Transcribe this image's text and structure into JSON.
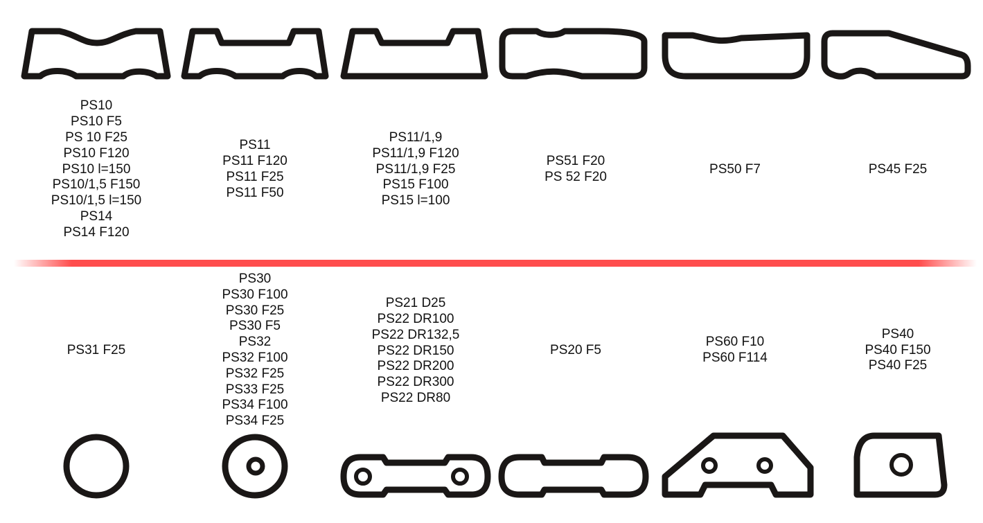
{
  "top_row": [
    {
      "profiles": [
        "PS10",
        "PS10 F5",
        "PS 10 F25",
        "PS10 F120",
        "PS10 l=150",
        "PS10/1,5 F150",
        "PS10/1,5 l=150",
        "PS14",
        "PS14 F120"
      ]
    },
    {
      "profiles": [
        "PS11",
        "PS11 F120",
        "PS11 F25",
        "PS11 F50"
      ]
    },
    {
      "profiles": [
        "PS11/1,9",
        "PS11/1,9 F120",
        "PS11/1,9 F25",
        "PS15 F100",
        "PS15 l=100"
      ]
    },
    {
      "profiles": [
        "PS51 F20",
        "PS 52 F20"
      ]
    },
    {
      "profiles": [
        "PS50 F7"
      ]
    },
    {
      "profiles": [
        "PS45 F25"
      ]
    }
  ],
  "bottom_row": [
    {
      "profiles": [
        "PS31 F25"
      ]
    },
    {
      "profiles": [
        "PS30",
        "PS30 F100",
        "PS30 F25",
        "PS30 F5",
        "PS32",
        "PS32 F100",
        "PS32 F25",
        "PS33 F25",
        "PS34 F100",
        "PS34 F25"
      ]
    },
    {
      "profiles": [
        "PS21 D25",
        "PS22 DR100",
        "PS22 DR132,5",
        "PS22 DR150",
        "PS22 DR200",
        "PS22 DR300",
        "PS22 DR80"
      ]
    },
    {
      "profiles": [
        "PS20 F5"
      ]
    },
    {
      "profiles": [
        "PS60 F10",
        "PS60 F114"
      ]
    },
    {
      "profiles": [
        "PS40",
        "PS40 F150",
        "PS40 F25"
      ]
    }
  ],
  "colors": {
    "divider": "#ff4d4d",
    "stroke": "#1a1716"
  }
}
